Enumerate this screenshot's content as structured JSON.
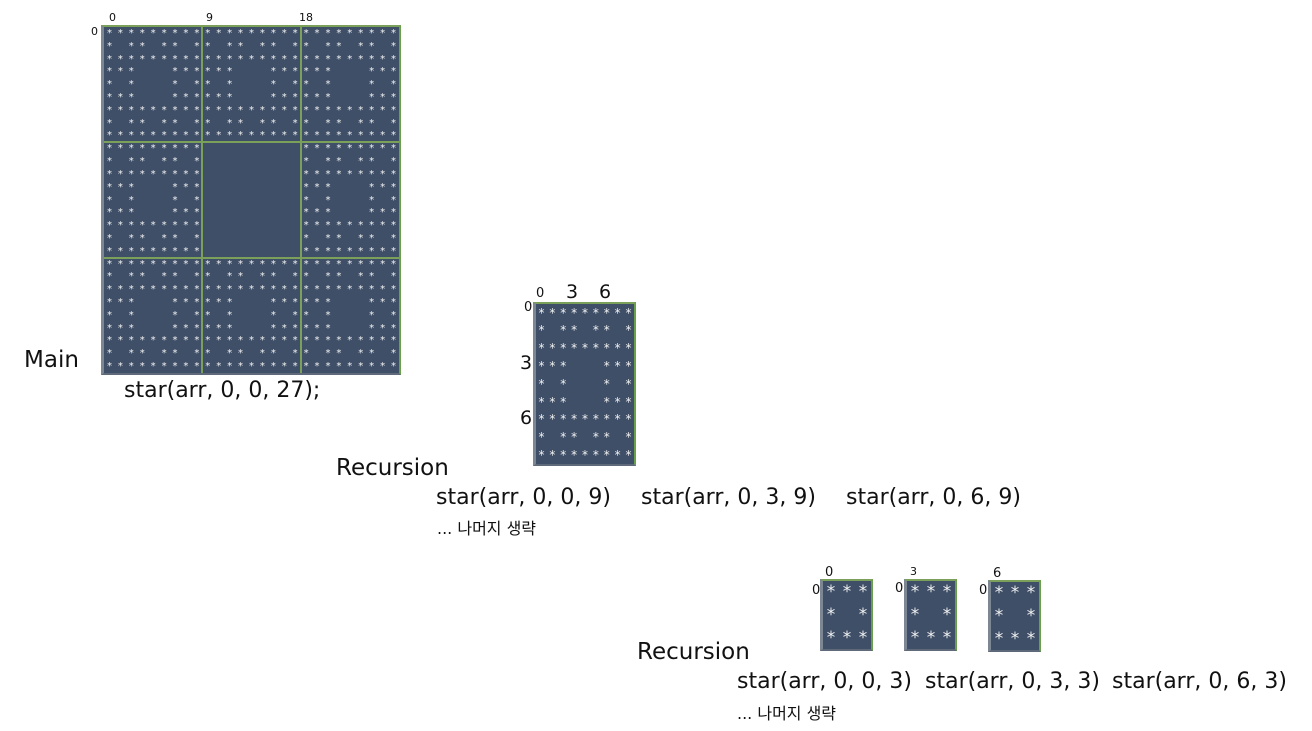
{
  "main": {
    "title": "Main",
    "call": "star(arr, 0, 0, 27);",
    "col_ticks": [
      "0",
      "9",
      "18"
    ],
    "row_tick": "0"
  },
  "rec1": {
    "title": "Recursion",
    "col_ticks": [
      "0",
      "3",
      "6"
    ],
    "row_ticks": [
      "0",
      "3",
      "6"
    ],
    "calls": [
      "star(arr, 0, 0, 9)",
      "star(arr, 0, 3, 9)",
      "star(arr, 0, 6, 9)"
    ],
    "note": "... 나머지 생략"
  },
  "rec2": {
    "title": "Recursion",
    "blocks": [
      {
        "col": "0",
        "row": "0"
      },
      {
        "col": "3",
        "row": "0"
      },
      {
        "col": "6",
        "row": "0"
      }
    ],
    "calls": [
      "star(arr, 0, 0, 3)",
      "star(arr, 0, 3, 3)",
      "star(arr, 0, 6, 3)"
    ],
    "note": "... 나머지 생략"
  },
  "palette": {
    "grid_fill": "#3f4f68",
    "grid_border": "#7ba05a",
    "star": "#f2f2f2"
  }
}
